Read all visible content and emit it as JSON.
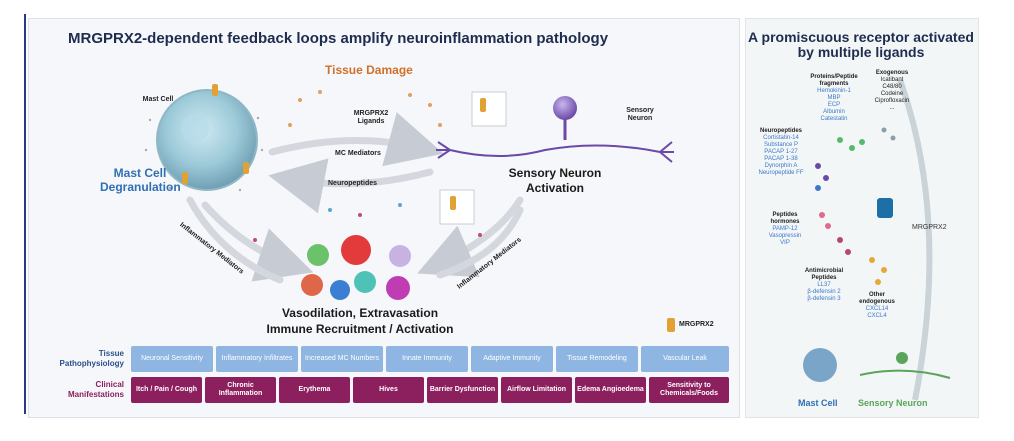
{
  "main_title": "MRGPRX2-dependent feedback loops amplify neuroinflammation pathology",
  "side_title": "A promiscuous receptor activated by multiple ligands",
  "diagram": {
    "tissue_damage": "Tissue Damage",
    "mast_cell_label": "Mast Cell",
    "sensory_neuron_label": "Sensory Neuron",
    "ligands_label": "MRGPRX2 Ligands",
    "mc_mediators": "MC Mediators",
    "neuropeptides": "Neuropeptides",
    "mc_degranulation": "Mast Cell Degranulation",
    "sn_activation": "Sensory Neuron Activation",
    "inflammatory_mediators_left": "Inflammatory Mediators",
    "inflammatory_mediators_right": "Inflammatory Mediators",
    "vasodilation": "Vasodilation, Extravasation",
    "immune": "Immune Recruitment / Activation",
    "legend_receptor": "MRGPRX2"
  },
  "ligands": {
    "protein_head": "Proteins/Peptide fragments",
    "protein_items": [
      "Hemokinin-1",
      "MBP",
      "ECP",
      "Albumin",
      "Catestatin"
    ],
    "exo_head": "Exogenous",
    "exo_items": [
      "Icatibant",
      "C48/80",
      "Codeine",
      "Ciprofloxacin",
      "..."
    ],
    "neuro_head": "Neuropeptides",
    "neuro_items": [
      "Cortistatin-14",
      "Substance P",
      "PACAP 1-27",
      "PACAP 1-38",
      "Dynorphin A",
      "Neuropeptide FF"
    ],
    "hormone_head": "Peptides hormones",
    "hormone_items": [
      "PAMP-12",
      "Vasopressin",
      "VIP"
    ],
    "amp_head": "Antimicrobial Peptides",
    "amp_items": [
      "LL37",
      "β-defensin 2",
      "β-defensin 3"
    ],
    "other_head": "Other endogenous",
    "other_items": [
      "CXCL14",
      "CXCL4"
    ],
    "receptor": "MRGPRX2",
    "mast_cell": "Mast Cell",
    "sensory_neuron": "Sensory Neuron"
  },
  "table": {
    "row1_label": "Tissue Pathophysiology",
    "row2_label": "Clinical Manifestations",
    "pathophysiology": [
      "Neuronal Sensitivity",
      "Inflammatory Infiltrates",
      "Increased MC Numbers",
      "Innate Immunity",
      "Adaptive Immunity",
      "Tissue Remodeling",
      "Vascular Leak"
    ],
    "manifestations": [
      "Itch / Pain / Cough",
      "Chronic Inflammation",
      "Erythema",
      "Hives",
      "Barrier Dysfunction",
      "Airflow Limitation",
      "Edema Angioedema",
      "Sensitivity to Chemicals/Foods"
    ]
  },
  "colors": {
    "title": "#1e2d4f",
    "accent_orange": "#d0702a",
    "mast_blue": "#2f6fb5",
    "neuron_purple": "#6a4aa6",
    "row1_fill": "#8fb6e3",
    "row2_fill": "#8c1f5e",
    "neuron_green": "#5aa55a"
  }
}
